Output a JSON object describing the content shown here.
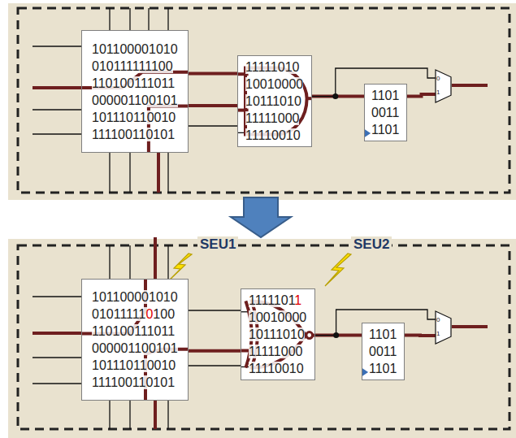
{
  "diagram": {
    "nodes": [
      {
        "text": [
          "101100001010",
          "010111111100",
          "110100111011",
          "000001100101",
          "101110110010",
          "111100110101"
        ]
      },
      {
        "text": [
          "11111010",
          "10010000",
          "10111010",
          "11111000",
          "11110010"
        ]
      },
      {
        "text": [
          "1101",
          "0011",
          "1101"
        ]
      },
      {
        "text": [
          "0",
          "1"
        ]
      },
      {
        "text": [
          "101100001010",
          "010111110100",
          "110100111011",
          "000001100101",
          "101110110010",
          "111100110101"
        ]
      },
      {
        "text": [
          "11111011",
          "10010000",
          "10111010",
          "11111000",
          "11110010"
        ]
      },
      {
        "text": [
          "1101",
          "0011",
          "1101"
        ]
      },
      {
        "text": [
          "0",
          "1"
        ]
      }
    ],
    "edges": [
      {
        "from": 0,
        "to": 1,
        "arrow": "none"
      },
      {
        "from": 1,
        "to": 2,
        "arrow": "none"
      },
      {
        "from": 1,
        "to": 3,
        "arrow": "none"
      },
      {
        "from": 2,
        "to": 3,
        "arrow": "none"
      },
      {
        "from": 4,
        "to": 5,
        "arrow": "none"
      },
      {
        "from": 5,
        "to": 6,
        "arrow": "none"
      },
      {
        "from": 5,
        "to": 7,
        "arrow": "none"
      },
      {
        "from": 6,
        "to": 7,
        "arrow": "none"
      }
    ],
    "labels": [
      "SEU1",
      "SEU2"
    ]
  }
}
